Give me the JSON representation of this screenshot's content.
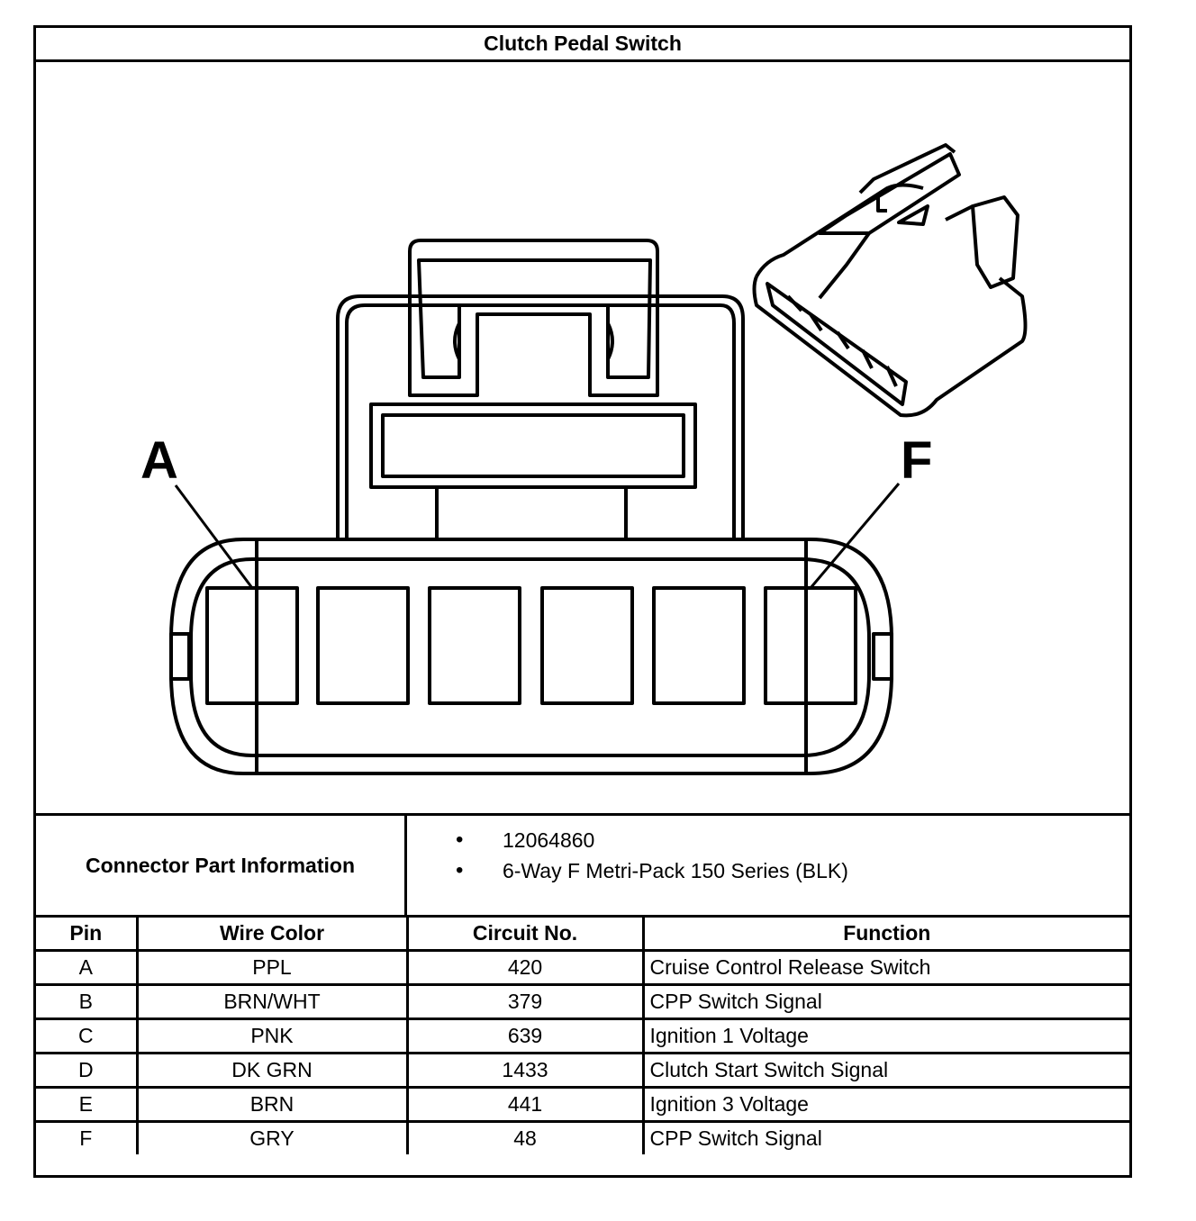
{
  "title": "Clutch Pedal Switch",
  "diagram": {
    "label_left": "A",
    "label_right": "F"
  },
  "connector_info": {
    "label": "Connector Part Information",
    "items": [
      "12064860",
      "6-Way F Metri-Pack 150 Series (BLK)"
    ]
  },
  "table": {
    "headers": [
      "Pin",
      "Wire Color",
      "Circuit No.",
      "Function"
    ],
    "rows": [
      {
        "pin": "A",
        "color": "PPL",
        "circuit": "420",
        "function": "Cruise Control Release Switch"
      },
      {
        "pin": "B",
        "color": "BRN/WHT",
        "circuit": "379",
        "function": "CPP Switch Signal"
      },
      {
        "pin": "C",
        "color": "PNK",
        "circuit": "639",
        "function": "Ignition 1 Voltage"
      },
      {
        "pin": "D",
        "color": "DK GRN",
        "circuit": "1433",
        "function": "Clutch Start Switch Signal"
      },
      {
        "pin": "E",
        "color": "BRN",
        "circuit": "441",
        "function": "Ignition 3 Voltage"
      },
      {
        "pin": "F",
        "color": "GRY",
        "circuit": "48",
        "function": "CPP Switch Signal"
      }
    ]
  }
}
